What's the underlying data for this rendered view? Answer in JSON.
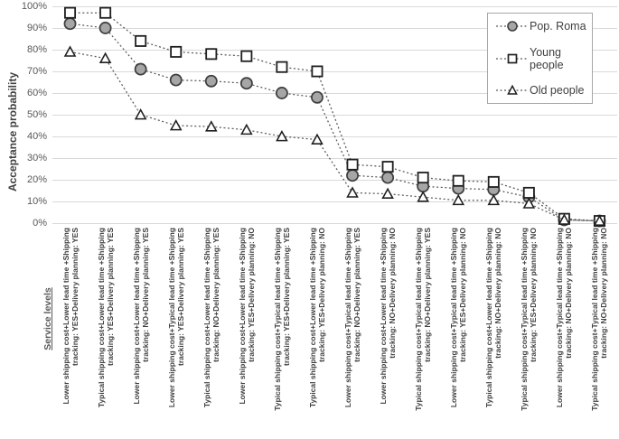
{
  "y_axis": {
    "title": "Acceptance probability",
    "ticks": [
      "0%",
      "10%",
      "20%",
      "30%",
      "40%",
      "50%",
      "60%",
      "70%",
      "80%",
      "90%",
      "100%"
    ]
  },
  "x_axis": {
    "title": "Service levels"
  },
  "legend": {
    "position": "top-right"
  },
  "colors": {
    "gridline": "#d9d9d9",
    "line": "#595959",
    "tick_text": "#595959",
    "label_text": "#404040",
    "legend_border": "#a6a6a6",
    "circle_fill": "#a6a6a6",
    "circle_stroke": "#3f3f3f",
    "open_marker_fill": "#ffffff",
    "open_marker_stroke": "#1f1f1f"
  },
  "chart_data": {
    "type": "line",
    "title": "",
    "xlabel": "Service levels",
    "ylabel": "Acceptance probability",
    "ylim": [
      0,
      100
    ],
    "grid": true,
    "legend_position": "top-right",
    "categories": [
      "Lower shipping cost+Lower lead time +Shipping tracking: YES+Delivery planning: YES",
      "Typical shipping cost+Lower lead time +Shipping tracking: YES+Delivery planning: YES",
      "Lower shipping cost+Lower lead time +Shipping tracking: NO+Delivery planning: YES",
      "Lower shipping cost+Typical lead time +Shipping tracking: YES+Delivery planning: YES",
      "Typical shipping cost+Lower lead time +Shipping tracking: NO+Delivery planning: YES",
      "Lower shipping cost+Lower lead time +Shipping tracking: YES+Delivery planning: NO",
      "Typical shipping cost+Typical lead time +Shipping tracking: YES+Delivery planning: YES",
      "Typical shipping cost+Lower lead time +Shipping tracking: YES+Delivery planning: NO",
      "Lower shipping cost+Typical lead time +Shipping tracking: NO+Delivery planning: YES",
      "Lower shipping cost+Lower lead time +Shipping tracking: NO+Delivery planning: NO",
      "Typical shipping cost+Typical lead time +Shipping tracking: NO+Delivery planning: YES",
      "Lower shipping cost+Typical lead time +Shipping tracking: YES+Delivery planning: NO",
      "Typical shipping cost+Lower lead time +Shipping tracking: NO+Delivery planning: NO",
      "Typical shipping cost+Typical lead time +Shipping tracking: YES+Delivery planning: NO",
      "Lower shipping cost+Typical lead time +Shipping tracking: NO+Delivery planning: NO",
      "Typical shipping cost+Typical lead time +Shipping tracking: NO+Delivery planning: NO"
    ],
    "series": [
      {
        "name": "Pop. Roma",
        "marker": "circle",
        "values": [
          92,
          90,
          71,
          66,
          65.5,
          64.5,
          60,
          58,
          22,
          21,
          17,
          16,
          15.5,
          12,
          1.5,
          1
        ]
      },
      {
        "name": "Young people",
        "marker": "square",
        "values": [
          97,
          97,
          84,
          79,
          78,
          77,
          72,
          70,
          27,
          26,
          21,
          19.5,
          19,
          14,
          2,
          1
        ]
      },
      {
        "name": "Old people",
        "marker": "triangle",
        "values": [
          79,
          76,
          50,
          45,
          44.5,
          43,
          40,
          38.5,
          14,
          13.5,
          12,
          10.5,
          10.5,
          9,
          1.5,
          1
        ]
      }
    ]
  }
}
